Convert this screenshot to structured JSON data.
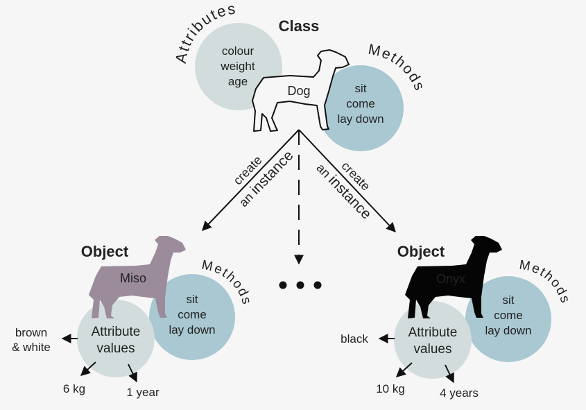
{
  "class_section": {
    "heading": "Class",
    "name": "Dog",
    "attributes_label": "Attributes",
    "attributes": [
      "colour",
      "weight",
      "age"
    ],
    "methods_label": "Methods",
    "methods": [
      "sit",
      "come",
      "lay down"
    ]
  },
  "arrows": {
    "left_line1": "create",
    "left_line2_a": "an",
    "left_line2_b": "instance",
    "right_line1": "create",
    "right_line2_a": "an",
    "right_line2_b": "instance",
    "ellipsis": "• • •"
  },
  "objects": [
    {
      "heading": "Object",
      "name": "Miso",
      "methods_label": "Methods",
      "methods": [
        "sit",
        "come",
        "lay down"
      ],
      "attribute_values_label": [
        "Attribute",
        "values"
      ],
      "values": {
        "colour": [
          "brown",
          "& white"
        ],
        "weight": "6 kg",
        "age": "1 year"
      },
      "dog_color": "#9b8b9b"
    },
    {
      "heading": "Object",
      "name": "Onyx",
      "methods_label": "Methods",
      "methods": [
        "sit",
        "come",
        "lay down"
      ],
      "attribute_values_label": [
        "Attribute",
        "values"
      ],
      "values": {
        "colour": [
          "black"
        ],
        "weight": "10 kg",
        "age": "4 years"
      },
      "dog_color": "#050505"
    }
  ],
  "colors": {
    "attribute_circle": "#d2dcdd",
    "method_circle": "#a9c8d1",
    "background": "#f6f6f6",
    "line": "#111111"
  }
}
